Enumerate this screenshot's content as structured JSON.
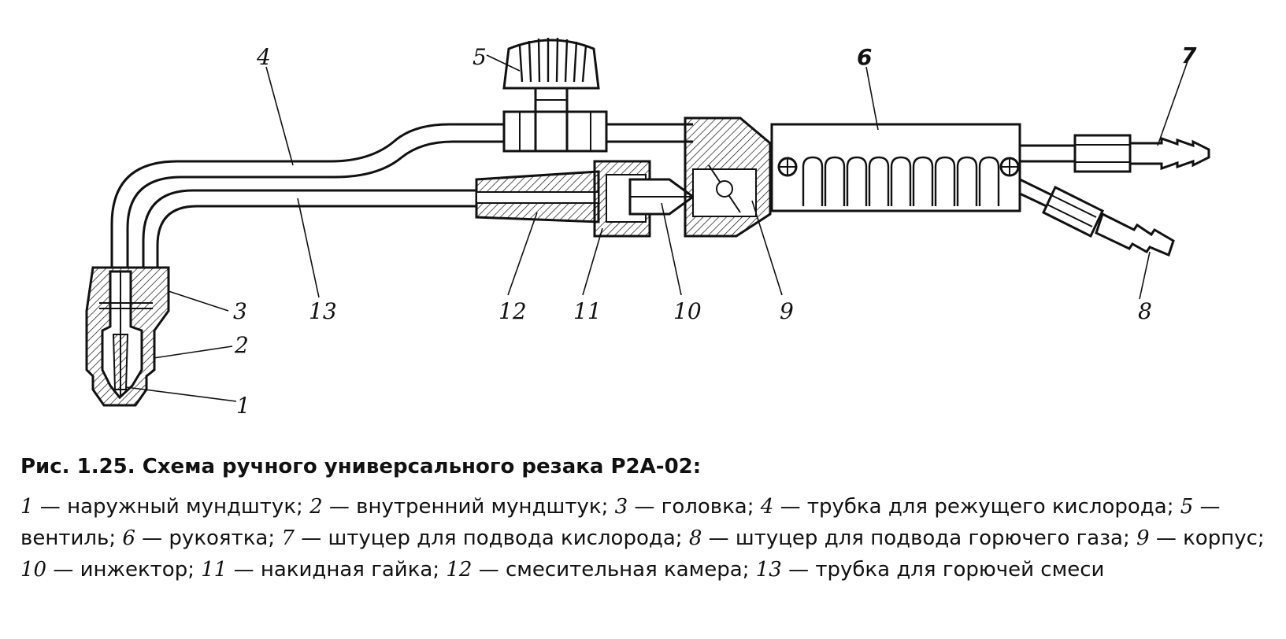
{
  "figure": {
    "callouts": [
      "1",
      "2",
      "3",
      "4",
      "5",
      "6",
      "7",
      "8",
      "9",
      "10",
      "11",
      "12",
      "13"
    ]
  },
  "caption": {
    "title_prefix": "Рис. 1.25.",
    "title_text": "Схема ручного универсального резака Р2А-02:",
    "legend": [
      {
        "num": "1",
        "text": "наружный мундштук"
      },
      {
        "num": "2",
        "text": "внутренний мундштук"
      },
      {
        "num": "3",
        "text": "головка"
      },
      {
        "num": "4",
        "text": "трубка для режущего кислорода"
      },
      {
        "num": "5",
        "text": "вентиль"
      },
      {
        "num": "6",
        "text": "рукоятка"
      },
      {
        "num": "7",
        "text": "штуцер для подвода кислорода"
      },
      {
        "num": "8",
        "text": "штуцер для подвода горючего газа"
      },
      {
        "num": "9",
        "text": "корпус"
      },
      {
        "num": "10",
        "text": "инжектор"
      },
      {
        "num": "11",
        "text": "накидная гайка"
      },
      {
        "num": "12",
        "text": "смесительная камера"
      },
      {
        "num": "13",
        "text": "трубка для горючей смеси"
      }
    ]
  }
}
